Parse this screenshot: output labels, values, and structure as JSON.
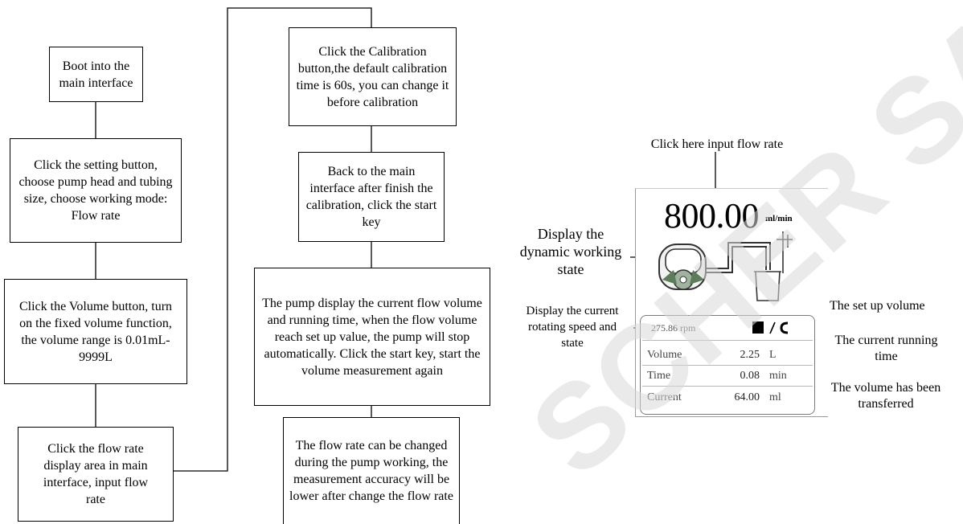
{
  "flowchart": {
    "left_column": [
      "Boot into the main interface",
      "Click the setting button, choose pump head and tubing size, choose working mode: Flow rate",
      "Click the Volume button, turn on the fixed volume function, the volume range is 0.01mL-9999L",
      "Click the flow rate display area in main interface, input flow rate"
    ],
    "right_column": [
      "Click the Calibration button,the default calibration time is 60s, you can change it before calibration",
      "Back to the main interface after finish the calibration, click the start key",
      "The pump display the current flow volume and running time, when the flow volume reach set up value, the pump will stop automatically. Click the start key, start the volume measurement again",
      "The flow rate can be changed during the pump working, the measurement accuracy will be lower after change the flow rate"
    ]
  },
  "screen": {
    "flow_rate": "800.00",
    "flow_unit": "ml/min",
    "speed": "275.86 rpm",
    "rows": [
      {
        "label": "Volume",
        "value": "2.25",
        "unit": "L"
      },
      {
        "label": "Time",
        "value": "0.08",
        "unit": "min"
      },
      {
        "label": "Current",
        "value": "64.00",
        "unit": "ml"
      }
    ]
  },
  "annotations": {
    "input_flow": "Click here input flow rate",
    "dynamic_state": "Display the dynamic working state",
    "rotating_speed": "Display the current rotating speed and state",
    "set_volume": "The set up volume",
    "running_time": "The current running time",
    "transferred": "The volume has been transferred"
  },
  "watermark": {
    "text": "SCHER SAS",
    "color": "#d9d9d9"
  }
}
